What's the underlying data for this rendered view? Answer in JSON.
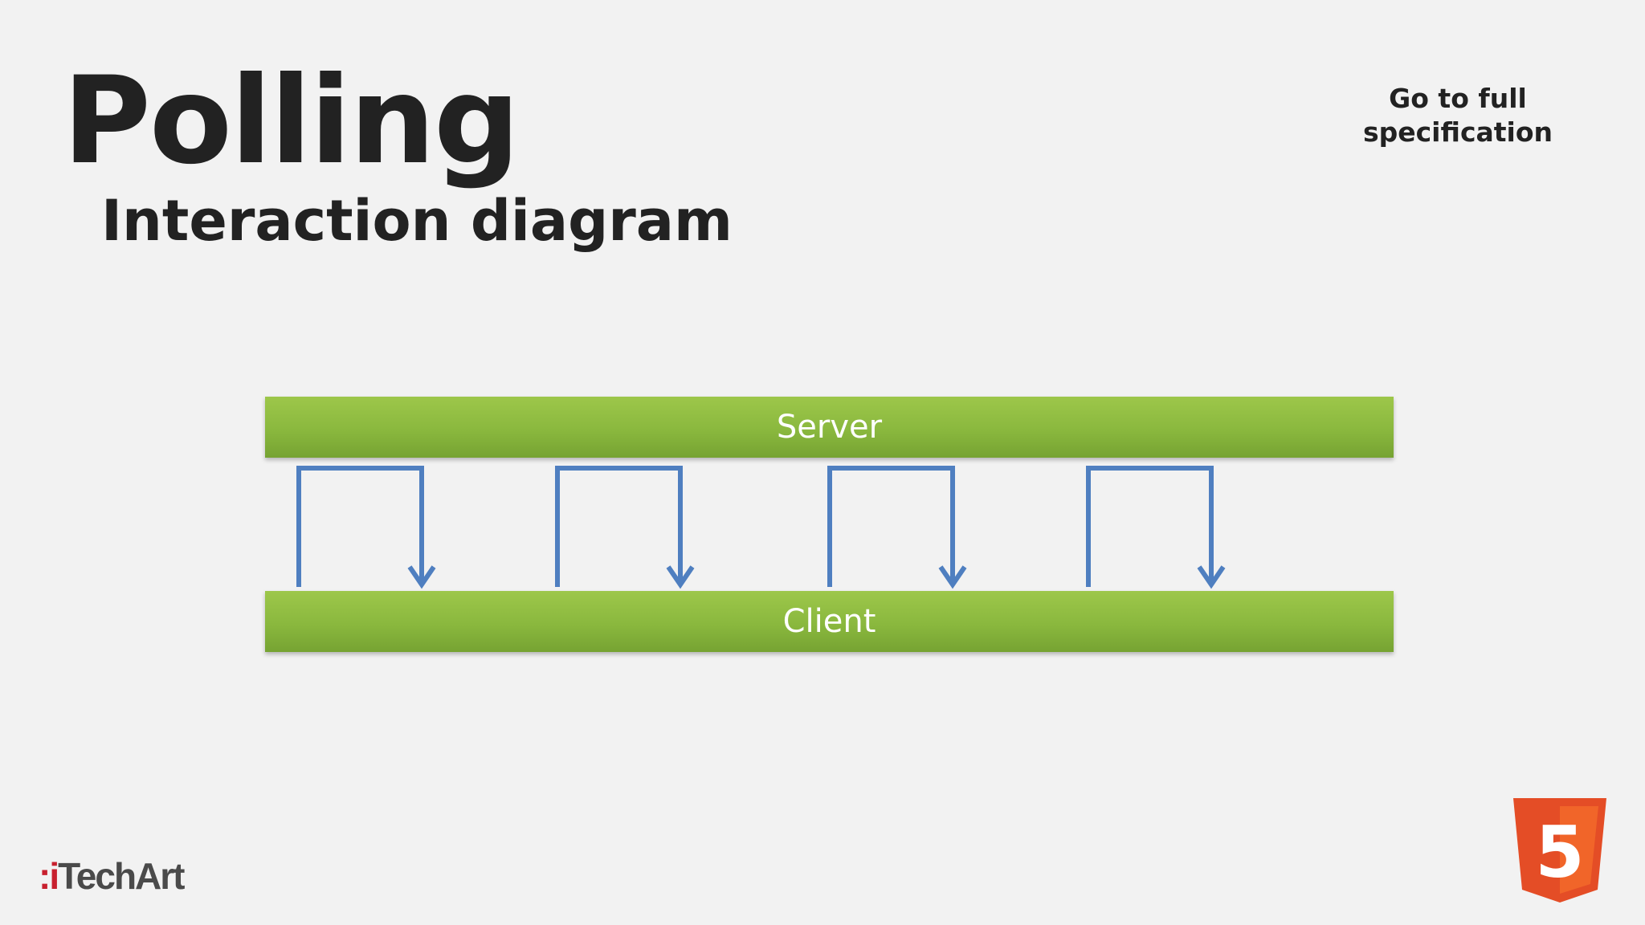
{
  "slide": {
    "title": "Polling",
    "subtitle": "Interaction diagram",
    "spec_link_line1": "Go to full",
    "spec_link_line2": "specification"
  },
  "diagram": {
    "top_bar_label": "Server",
    "bottom_bar_label": "Client",
    "request_response_pairs": 4,
    "bar_color": "#8ab83e",
    "arrow_color": "#4f7fc0"
  },
  "branding": {
    "company_logo_prefix": ":i",
    "company_logo_rest": "TechArt",
    "company_accent_color": "#c8202e",
    "html5_logo_text": "5",
    "html5_logo_color": "#e44d26",
    "html5_logo_icon": "html5-icon"
  }
}
